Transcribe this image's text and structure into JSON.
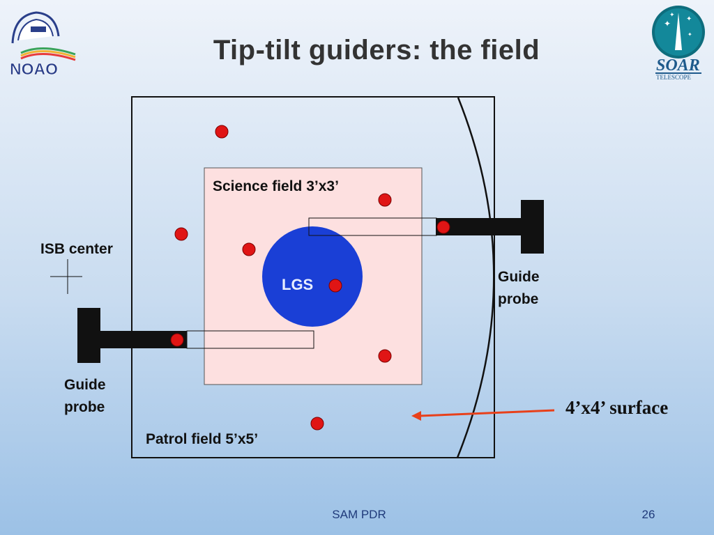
{
  "slide": {
    "title": "Tip-tilt guiders: the field",
    "footer_center": "SAM PDR",
    "page_number": "26"
  },
  "logos": {
    "left_text": "NOAO",
    "right_text": "SOAR",
    "right_subtext": "TELESCOPE"
  },
  "diagram": {
    "science_field_label": "Science field 3’x3’",
    "patrol_field_label": "Patrol field 5’x5’",
    "lgs_label": "LGS",
    "isb_center_label": "ISB center",
    "guide_probe_right": [
      "Guide",
      "probe"
    ],
    "guide_probe_left": [
      "Guide",
      "probe"
    ],
    "surface_label": "4’x4’ surface"
  },
  "colors": {
    "title": "#333333",
    "science_field_fill": "#fde0e0",
    "lgs_fill": "#1a3fd6",
    "star_fill": "#e01515",
    "arrow": "#e8401a",
    "footer_text": "#1f3a7a"
  }
}
